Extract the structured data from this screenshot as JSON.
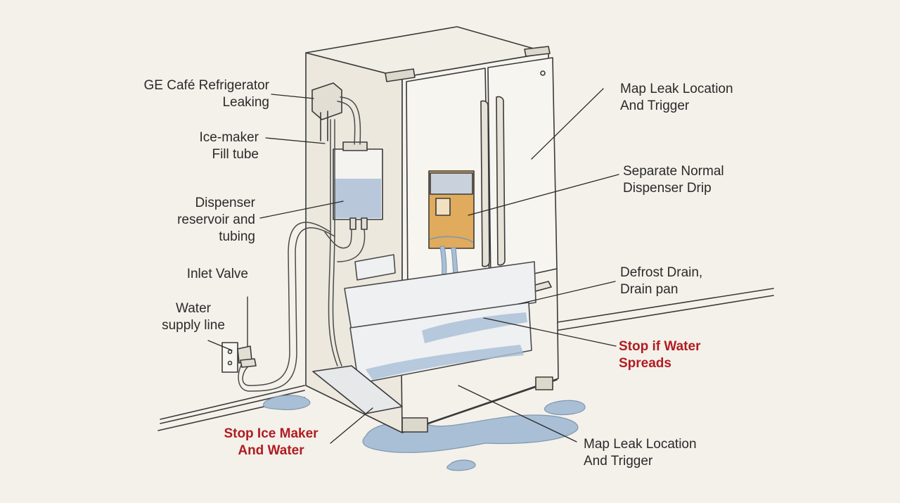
{
  "labels": {
    "title": "GE Café Refrigerator\nLeaking",
    "fill_tube": "Ice-maker\nFill tube",
    "reservoir": "Dispenser\nreservoir and\ntubing",
    "inlet_valve": "Inlet Valve",
    "supply_line": "Water\nsupply line",
    "stop_ice_maker": "Stop Ice Maker\nAnd Water",
    "map_leak_top": "Map Leak Location\nAnd  Trigger",
    "dispenser_drip": "Separate Normal\nDispenser Drip",
    "defrost_drain": "Defrost Drain,\nDrain pan",
    "stop_spreads": "Stop if Water\nSpreads",
    "map_leak_bottom": "Map Leak Location\nAnd Trigger"
  },
  "colors": {
    "background": "#f4f1ea",
    "line": "#3a3a3a",
    "water": "#a9bfd6",
    "dispenser_glow": "#e0ab5c",
    "warning": "#b01c22"
  }
}
